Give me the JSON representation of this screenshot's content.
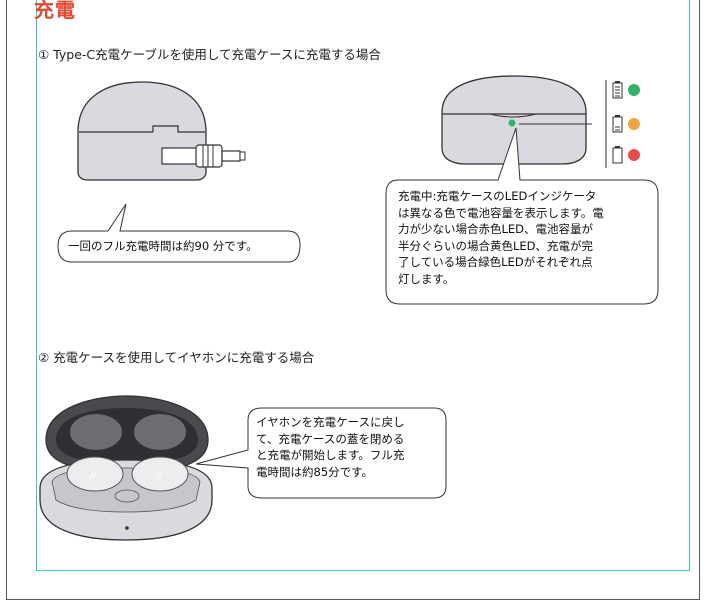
{
  "title": "充電",
  "section1": {
    "heading": "① Type-C充電ケーブルを使用して充電ケースに充電する場合",
    "callout_charge_time": "一回のフル充電時間は約90 分です。",
    "callout_led": "充電中:充電ケースのLEDインジケータ\nは異なる色で電池容量を表示します。電\n力が少ない場合赤色LED、電池容量が\n半分ぐらいの場合黄色LED、充電が完\n了している場合緑色LEDがそれぞれ点\n灯します。",
    "led_colors": {
      "full": "#2fb36a",
      "half": "#f3a43a",
      "low": "#e84d4d"
    }
  },
  "section2": {
    "heading": "② 充電ケースを使用してイヤホンに充電する場合",
    "callout": "イヤホンを充電ケースに戻し\nて、充電ケースの蓋を閉める\nと充電が開始します。フル充\n電時間は約85分です。"
  },
  "colors": {
    "title": "#e04a2f",
    "frame": "#3fc4c8",
    "case": "#d9d9df"
  }
}
